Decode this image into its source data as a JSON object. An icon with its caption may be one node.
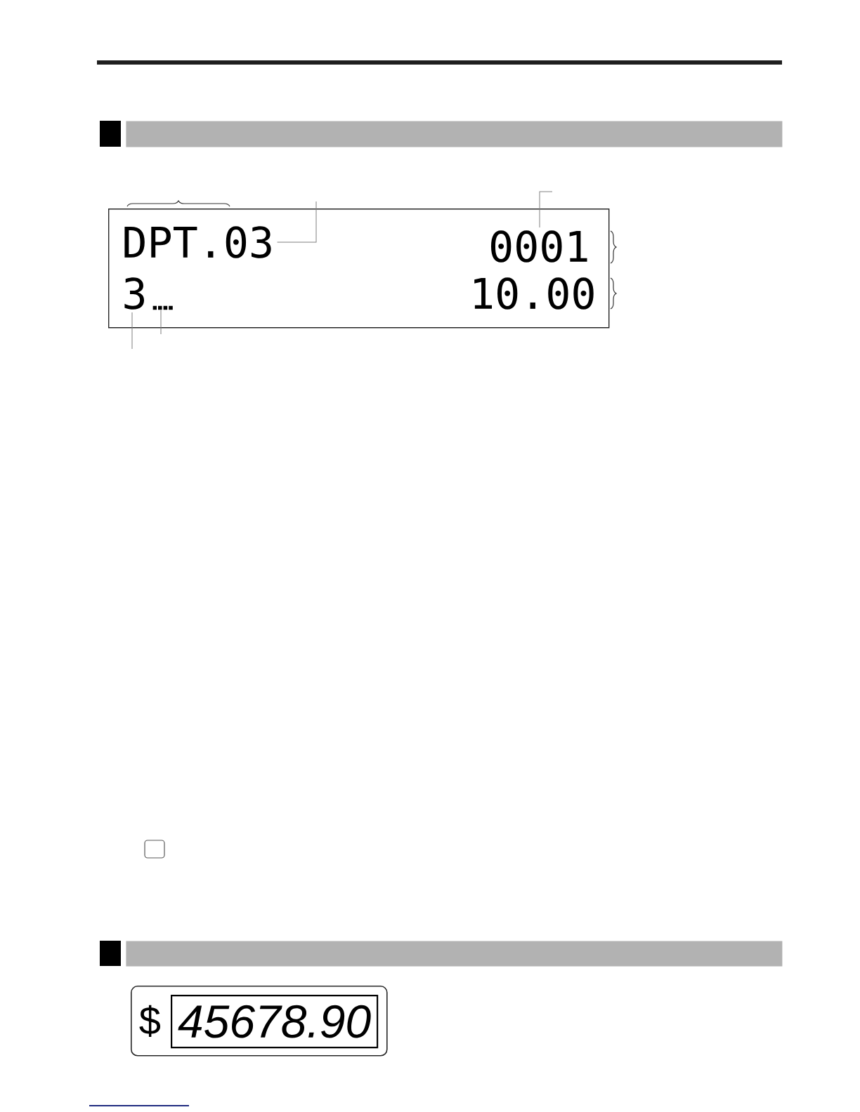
{
  "diagram": {
    "nodes": [
      {
        "text": [],
        "shape": "band"
      },
      {
        "text": [],
        "shape": "box"
      },
      {
        "text": [
          "DPT.03"
        ],
        "in": 1
      },
      {
        "text": [
          "0001"
        ],
        "in": 1
      },
      {
        "text": [
          "3"
        ],
        "in": 1
      },
      {
        "text": [],
        "shape": "bar",
        "in": 1
      },
      {
        "text": [
          "10.00"
        ],
        "in": 1
      },
      {
        "text": [],
        "shape": "band"
      },
      {
        "text": [
          "$"
        ]
      },
      {
        "text": [
          "45678.90"
        ],
        "in": 8
      }
    ],
    "edges": [
      {
        "from": 2,
        "to": null,
        "arrow": "none"
      },
      {
        "from": 3,
        "to": null,
        "arrow": "none"
      },
      {
        "from": 4,
        "to": null,
        "arrow": "none"
      },
      {
        "from": 5,
        "to": null,
        "arrow": "none"
      }
    ]
  }
}
